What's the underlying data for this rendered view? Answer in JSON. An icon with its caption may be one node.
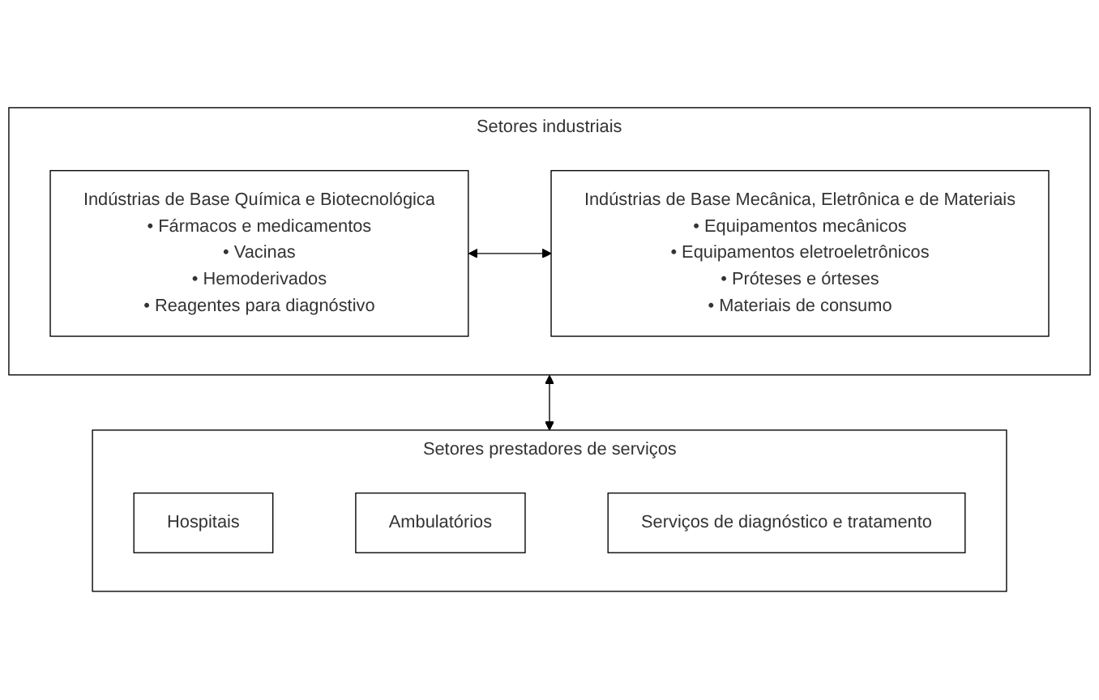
{
  "diagram": {
    "nodes": [
      {
        "text": [
          "Setores industriais"
        ]
      },
      {
        "text": [
          "Indústrias de Base Química e Biotecnológica",
          "• Fármacos e medicamentos",
          "• Vacinas",
          "• Hemoderivados",
          "• Reagentes para diagnóstivo"
        ],
        "in": 0
      },
      {
        "text": [
          "Indústrias de Base Mecânica, Eletrônica e de Materiais",
          "• Equipamentos mecânicos",
          "• Equipamentos eletroeletrônicos",
          "• Próteses e órteses",
          "• Materiais de consumo"
        ],
        "in": 0
      },
      {
        "text": [
          "Setores prestadores de serviços"
        ]
      },
      {
        "text": [
          "Hospitais"
        ],
        "in": 3
      },
      {
        "text": [
          "Ambulatórios"
        ],
        "in": 3
      },
      {
        "text": [
          "Serviços de diagnóstico e tratamento"
        ],
        "in": 3
      }
    ],
    "edges": [
      {
        "from": 1,
        "to": 2,
        "arrow": "both"
      },
      {
        "from": 0,
        "to": 3,
        "arrow": "both"
      }
    ]
  }
}
